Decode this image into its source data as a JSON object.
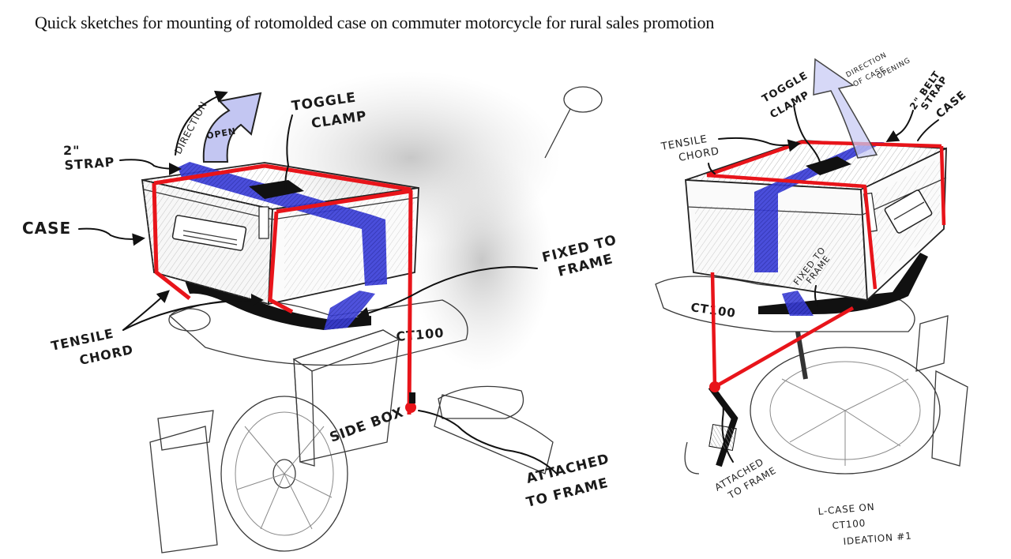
{
  "title": "Quick sketches for mounting of rotomolded case on commuter motorcycle for rural sales promotion",
  "colors": {
    "tensile_chord": "#e8141a",
    "strap": "#2b2fd0",
    "open_arrow": "#b9bdf0",
    "mount_bracket": "#111111"
  },
  "sketches": [
    {
      "id": "left-sketch",
      "labels": {
        "direction": "DIRECTION",
        "open": "OPEN",
        "toggle_clamp_1": "TOGGLE",
        "toggle_clamp_2": "CLAMP",
        "strap_1": "2\"",
        "strap_2": "STRAP",
        "case": "CASE",
        "tensile_chord_1": "TENSILE",
        "tensile_chord_2": "CHORD",
        "fixed_to_frame_1": "FIXED TO",
        "fixed_to_frame_2": "FRAME",
        "side_box": "SIDE BOX",
        "attached_to_frame_1": "ATTACHED",
        "attached_to_frame_2": "TO FRAME",
        "bike_badge": "CT100"
      }
    },
    {
      "id": "right-sketch",
      "labels": {
        "direction_1": "DIRECTION",
        "direction_2": "OF CASE",
        "direction_3": "OPENING",
        "toggle_clamp_1": "TOGGLE",
        "toggle_clamp_2": "CLAMP",
        "belt_strap_1": "2\" BELT",
        "belt_strap_2": "STRAP",
        "case": "CASE",
        "tensile_chord_1": "TENSILE",
        "tensile_chord_2": "CHORD",
        "fixed_to_frame_1": "FIXED TO",
        "fixed_to_frame_2": "FRAME",
        "attached_to_frame_1": "ATTACHED",
        "attached_to_frame_2": "TO FRAME",
        "bike_badge": "CT100",
        "caption_1": "L-CASE ON",
        "caption_2": "CT100",
        "caption_3": "IDEATION #1"
      }
    }
  ]
}
